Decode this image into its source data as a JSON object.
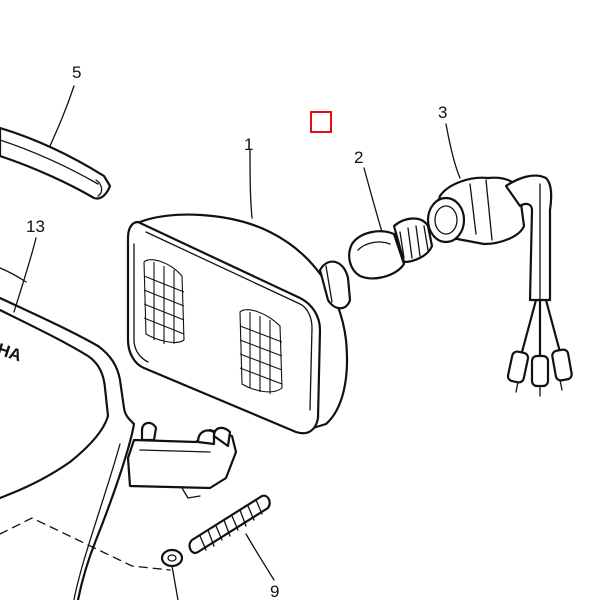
{
  "diagram": {
    "callouts": {
      "part_1": "1",
      "part_2": "2",
      "part_3": "3",
      "part_5": "5",
      "part_9": "9",
      "part_13": "13"
    },
    "cowl_text": "HA",
    "marker_color": "#e01010"
  }
}
